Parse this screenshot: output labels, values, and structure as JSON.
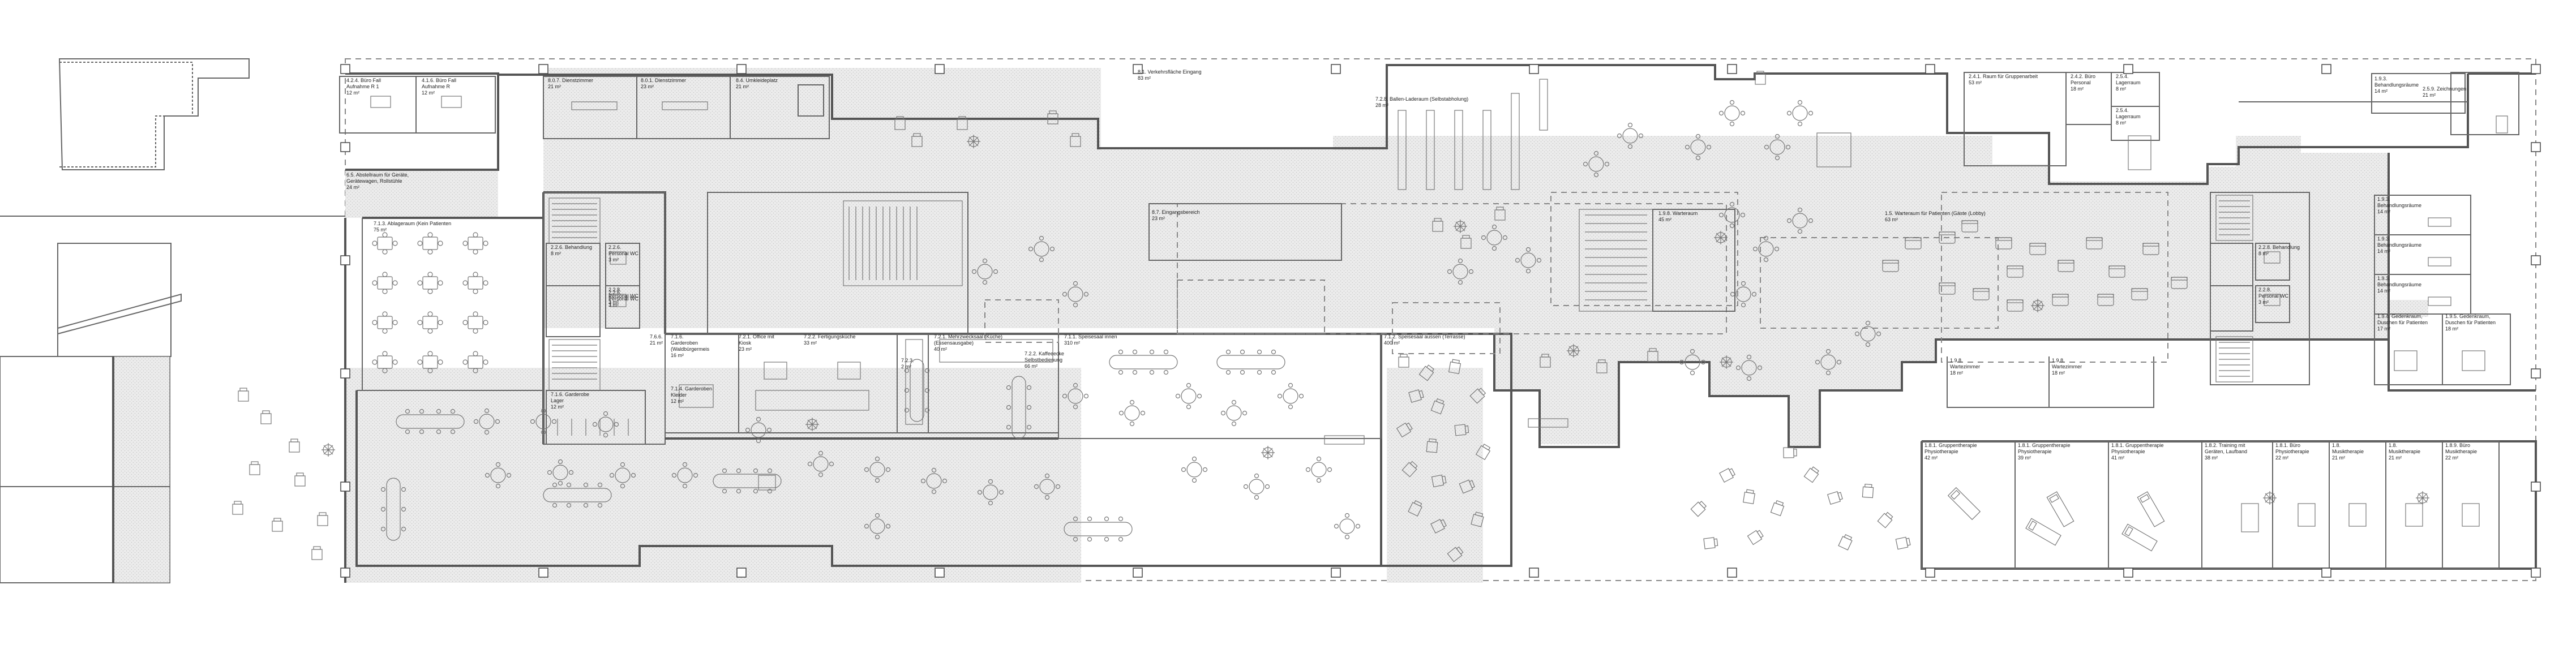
{
  "plan": {
    "rooms": [
      {
        "id": "r416",
        "lines": [
          "4.2.4. Büro Fall",
          "Aufnahme R 1",
          "12 m²"
        ]
      },
      {
        "id": "r415",
        "lines": [
          "4.1.6. Büro Fall",
          "Aufnahme R",
          "12 m²"
        ]
      },
      {
        "id": "r817",
        "lines": [
          "8.0.7. Dienstzimmer",
          "21 m²"
        ]
      },
      {
        "id": "r801",
        "lines": [
          "8.0.1. Dienstzimmer",
          "23 m²"
        ]
      },
      {
        "id": "r804",
        "lines": [
          "8.4. Umkleideplatz",
          "21 m²"
        ]
      },
      {
        "id": "r81",
        "lines": [
          "8.1. Verkehrsfläche Eingang",
          "83 m²"
        ]
      },
      {
        "id": "r218",
        "lines": [
          "2.4.1. Raum für Gruppenarbeit",
          "53 m²"
        ]
      },
      {
        "id": "r243",
        "lines": [
          "2.4.2. Büro",
          "Personal",
          "18 m²"
        ]
      },
      {
        "id": "r244",
        "lines": [
          "2.5.4.",
          "Lagerraum",
          "8 m²"
        ]
      },
      {
        "id": "r245",
        "lines": [
          "2.5.4.",
          "Lagerraum",
          "8 m²"
        ]
      },
      {
        "id": "r19",
        "lines": [
          "1.9.3.",
          "Behandlungsräume",
          "14 m²"
        ]
      },
      {
        "id": "r259",
        "lines": [
          "2.5.9. Zeichnungen",
          "21 m²"
        ]
      },
      {
        "id": "r65",
        "lines": [
          "6.5. Abstellraum für Geräte,",
          "Gerätewagen, Rollstühle",
          "24 m²"
        ]
      },
      {
        "id": "r728",
        "lines": [
          "7.2.8. Ballen-Laderaum (Selbstabholung)",
          "28 m²"
        ]
      },
      {
        "id": "r71",
        "lines": [
          "7.1.3. Ablageraum (Kein Patienten",
          "75 m²"
        ]
      },
      {
        "id": "r72",
        "lines": [
          "8.7. Eingangsbereich",
          "23 m²"
        ]
      },
      {
        "id": "r198",
        "lines": [
          "1.9.8. Warteraum",
          "45 m²"
        ]
      },
      {
        "id": "r15",
        "lines": [
          "1.5. Warteraum für Patienten (Gäste (Lobby)",
          "63 m²"
        ]
      },
      {
        "id": "r221a",
        "lines": [
          "2.2.6. Behandlung",
          "8 m²"
        ]
      },
      {
        "id": "r221b",
        "lines": [
          "2.2.6.",
          "Personal WC",
          "3 m²"
        ]
      },
      {
        "id": "r221c",
        "lines": [
          "2.2.8.",
          "Personal WC",
          "3 m²"
        ]
      },
      {
        "id": "r221d",
        "lines": [
          "2.2.6.",
          "Personal WC",
          "3 m²"
        ]
      },
      {
        "id": "r221e",
        "lines": [
          "2.2.8. Behandlung",
          "8 m²"
        ]
      },
      {
        "id": "r221f",
        "lines": [
          "2.2.8.",
          "Personal WC",
          "3 m²"
        ]
      },
      {
        "id": "r193a",
        "lines": [
          "1.9.3.",
          "Behandlungsräume",
          "14 m²"
        ]
      },
      {
        "id": "r193b",
        "lines": [
          "1.9.3.",
          "Behandlungsräume",
          "14 m²"
        ]
      },
      {
        "id": "r193c",
        "lines": [
          "1.9.3.",
          "Behandlungsräume",
          "14 m²"
        ]
      },
      {
        "id": "r196",
        "lines": [
          "7.1.6. Garderobe",
          "Lager",
          "12 m²"
        ]
      },
      {
        "id": "r76",
        "lines": [
          "7.6.6.",
          "21 m²"
        ]
      },
      {
        "id": "r77",
        "lines": [
          "7.1.6.",
          "Garderoben",
          "(Waldbürgermeis",
          "16 m²"
        ]
      },
      {
        "id": "r714",
        "lines": [
          "7.1.4. Garderoben",
          "Kleider",
          "12 m²"
        ]
      },
      {
        "id": "r721",
        "lines": [
          "7.2.1. Office mit",
          "Kiosk",
          "23 m²"
        ]
      },
      {
        "id": "r722",
        "lines": [
          "7.2.2. Fertigungsküche",
          "33 m²"
        ]
      },
      {
        "id": "r723",
        "lines": [
          "7.2.3.",
          "2 m²"
        ]
      },
      {
        "id": "r724",
        "lines": [
          "7.2.1. Mehrzwecksaal (Küche)",
          "(Essensausgabe)",
          "40 m²"
        ]
      },
      {
        "id": "r725",
        "lines": [
          "7.2.2. Kaffeeecke",
          "Selbstbedienung",
          "66 m²"
        ]
      },
      {
        "id": "r711",
        "lines": [
          "7.1.1. Speisesaal innen",
          "310 m²"
        ]
      },
      {
        "id": "r712",
        "lines": [
          "7.1.2. Speisesaal aussen (Terrasse)",
          "400 m²"
        ]
      },
      {
        "id": "r194a",
        "lines": [
          "1.9.8.",
          "Wartezimmer",
          "18 m²"
        ]
      },
      {
        "id": "r194b",
        "lines": [
          "1.9.8.",
          "Wartezimmer",
          "18 m²"
        ]
      },
      {
        "id": "r191",
        "lines": [
          "1.9.4. Gedenkraum,",
          "Duschen für Patienten",
          "17 m²"
        ]
      },
      {
        "id": "r192",
        "lines": [
          "1.9.5. Gedenkraum,",
          "Duschen für Patienten",
          "18 m²"
        ]
      },
      {
        "id": "r181",
        "lines": [
          "1.8.1. Gruppentherapie",
          "Physiotherapie",
          "42 m²"
        ]
      },
      {
        "id": "r182",
        "lines": [
          "1.8.1. Gruppentherapie",
          "Physiotherapie",
          "39 m²"
        ]
      },
      {
        "id": "r183",
        "lines": [
          "1.8.1. Gruppentherapie",
          "Physiotherapie",
          "41 m²"
        ]
      },
      {
        "id": "r184",
        "lines": [
          "1.8.2. Training mit",
          "Geräten, Laufband",
          "38 m²"
        ]
      },
      {
        "id": "r185",
        "lines": [
          "1.8.1. Büro",
          "Physiotherapie",
          "22 m²"
        ]
      },
      {
        "id": "r186",
        "lines": [
          "1.8.",
          "Musiktherapie",
          "21 m²"
        ]
      },
      {
        "id": "r187",
        "lines": [
          "1.8.",
          "Musiktherapie",
          "21 m²"
        ]
      },
      {
        "id": "r188",
        "lines": [
          "1.8.9. Büro",
          "Musiktherapie",
          "22 m²"
        ]
      }
    ]
  }
}
